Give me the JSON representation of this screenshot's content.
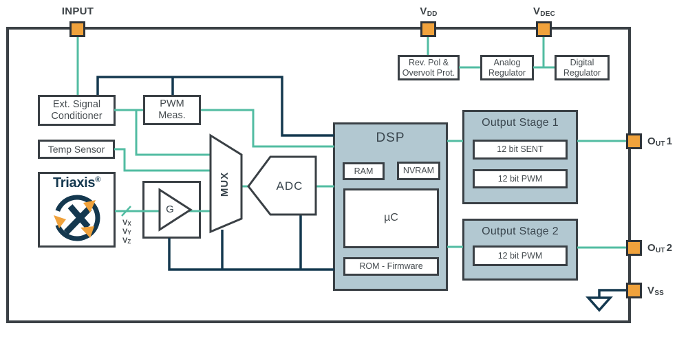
{
  "palette": {
    "teal": "#52BCA2",
    "navy": "#14384F",
    "orange": "#F0A23C",
    "line": "#3A4045",
    "slate": "#B2C8D1",
    "text": "#454B4F"
  },
  "pins": {
    "input": {
      "label": "INPUT"
    },
    "vdd": {
      "main": "V",
      "sub": "DD"
    },
    "vdec": {
      "main": "V",
      "sub": "DEC"
    },
    "out1": {
      "main": "O",
      "sub": "UT",
      "suffix": "1"
    },
    "out2": {
      "main": "O",
      "sub": "UT",
      "suffix": "2"
    },
    "vss": {
      "main": "V",
      "sub": "SS"
    }
  },
  "power": {
    "rev_pol": {
      "line1": "Rev. Pol &",
      "line2": "Overvolt Prot."
    },
    "analog_reg": {
      "line1": "Analog",
      "line2": "Regulator"
    },
    "digital_reg": {
      "line1": "Digital",
      "line2": "Regulator"
    }
  },
  "front_end": {
    "ext_signal": {
      "line1": "Ext. Signal",
      "line2": "Conditioner"
    },
    "pwm_meas": {
      "line1": "PWM",
      "line2": "Meas."
    },
    "temp_sensor": {
      "label": "Temp Sensor"
    },
    "triaxis": {
      "brand": "Triaxis",
      "reg": "®"
    },
    "gain": {
      "label": "G"
    },
    "mux": {
      "label": "MUX"
    },
    "adc": {
      "label": "ADC"
    },
    "signals": {
      "vx": {
        "main": "V",
        "sub": "X"
      },
      "vy": {
        "main": "V",
        "sub": "Y"
      },
      "vz": {
        "main": "V",
        "sub": "Z"
      }
    }
  },
  "dsp": {
    "title": "DSP",
    "ram": "RAM",
    "nvram": "NVRAM",
    "uc": "µC",
    "rom": "ROM - Firmware"
  },
  "output_stages": {
    "stage1": {
      "title": "Output Stage 1",
      "modes": [
        "12 bit SENT",
        "12 bit PWM"
      ]
    },
    "stage2": {
      "title": "Output Stage 2",
      "modes": [
        "12 bit PWM"
      ]
    }
  }
}
